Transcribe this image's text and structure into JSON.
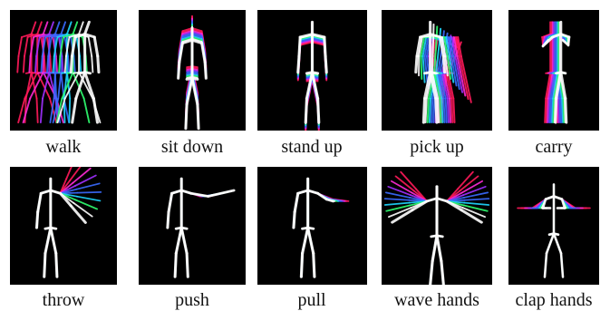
{
  "colors": {
    "background": "#000000",
    "trail": [
      "#ff1a5a",
      "#ff2bd6",
      "#a030ff",
      "#3a6bff",
      "#20d8ff",
      "#30ff70",
      "#ffffff"
    ]
  },
  "actions": [
    {
      "label": "walk",
      "pose": "walk"
    },
    {
      "label": "sit down",
      "pose": "sit"
    },
    {
      "label": "stand up",
      "pose": "stand"
    },
    {
      "label": "pick up",
      "pose": "pick"
    },
    {
      "label": "carry",
      "pose": "carry"
    },
    {
      "label": "throw",
      "pose": "throw"
    },
    {
      "label": "push",
      "pose": "push"
    },
    {
      "label": "pull",
      "pose": "pull"
    },
    {
      "label": "wave hands",
      "pose": "wave"
    },
    {
      "label": "clap hands",
      "pose": "clap"
    }
  ]
}
